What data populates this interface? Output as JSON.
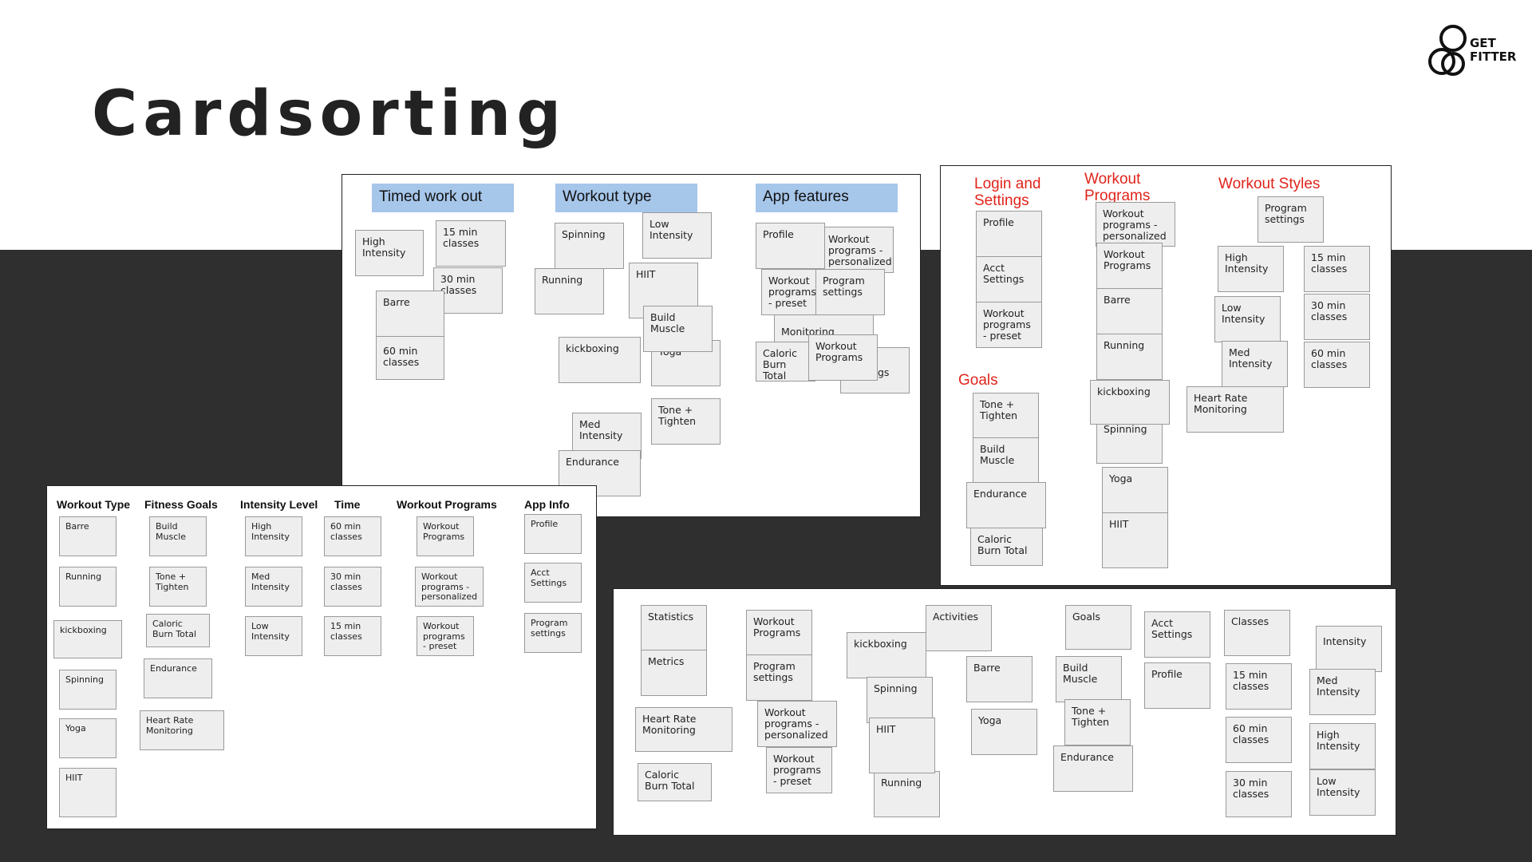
{
  "slide": {
    "title": "Cardsorting"
  },
  "logo": {
    "text": "GET\nFITTER"
  },
  "panel1": {
    "headers": [
      "Timed work out",
      "Workout type",
      "App features"
    ],
    "cards": [
      "High\nIntensity",
      "15 min\nclasses",
      "30 min\nclasses",
      "Barre",
      "60 min\nclasses",
      "Spinning",
      "Low\nIntensity",
      "Running",
      "HIIT",
      "Build\nMuscle",
      "kickboxing",
      "Yoga",
      "Tone +\nTighten",
      "Med\nIntensity",
      "Endurance",
      "Profile",
      "Workout\nprograms -\npersonalized",
      "Workout\nprograms\n- preset",
      "Program\nsettings",
      "Monitoring",
      "Caloric\nBurn Total",
      "Workout\nPrograms",
      "gs"
    ]
  },
  "panel2": {
    "headers": [
      "Login and\nSettings",
      "Workout\nPrograms",
      "Workout Styles",
      "Goals"
    ],
    "cards": [
      "Profile",
      "Acct\nSettings",
      "Workout\nprograms\n- preset",
      "Workout\nprograms -\npersonalized",
      "Workout\nPrograms",
      "Barre",
      "Running",
      "kickboxing",
      "Spinning",
      "Yoga",
      "HIIT",
      "Program\nsettings",
      "High\nIntensity",
      "15 min\nclasses",
      "Low\nIntensity",
      "30 min\nclasses",
      "Med\nIntensity",
      "60 min\nclasses",
      "Heart Rate\nMonitoring",
      "Tone +\nTighten",
      "Build\nMuscle",
      "Endurance",
      "Caloric\nBurn Total"
    ]
  },
  "panel3": {
    "headers": [
      "Workout Type",
      "Fitness Goals",
      "Intensity Level",
      "Time",
      "Workout Programs",
      "App Info"
    ],
    "cards": [
      "Barre",
      "Running",
      "kickboxing",
      "Spinning",
      "Yoga",
      "HIIT",
      "Build\nMuscle",
      "Tone +\nTighten",
      "Caloric\nBurn Total",
      "Endurance",
      "Heart Rate\nMonitoring",
      "High\nIntensity",
      "Med\nIntensity",
      "Low\nIntensity",
      "60 min\nclasses",
      "30 min\nclasses",
      "15 min\nclasses",
      "Workout\nPrograms",
      "Workout\nprograms -\npersonalized",
      "Workout\nprograms\n- preset",
      "Profile",
      "Acct\nSettings",
      "Program\nsettings"
    ]
  },
  "panel4": {
    "cards": [
      "Statistics",
      "Metrics",
      "Heart Rate\nMonitoring",
      "Caloric\nBurn Total",
      "Workout\nPrograms",
      "Program\nsettings",
      "Workout\nprograms -\npersonalized",
      "Workout\nprograms\n- preset",
      "kickboxing",
      "Activities",
      "Spinning",
      "HIIT",
      "Running",
      "Barre",
      "Yoga",
      "Goals",
      "Build\nMuscle",
      "Tone +\nTighten",
      "Endurance",
      "Acct\nSettings",
      "Profile",
      "Classes",
      "15 min\nclasses",
      "60 min\nclasses",
      "30 min\nclasses",
      "Intensity",
      "Med\nIntensity",
      "High\nIntensity",
      "Low\nIntensity"
    ]
  }
}
